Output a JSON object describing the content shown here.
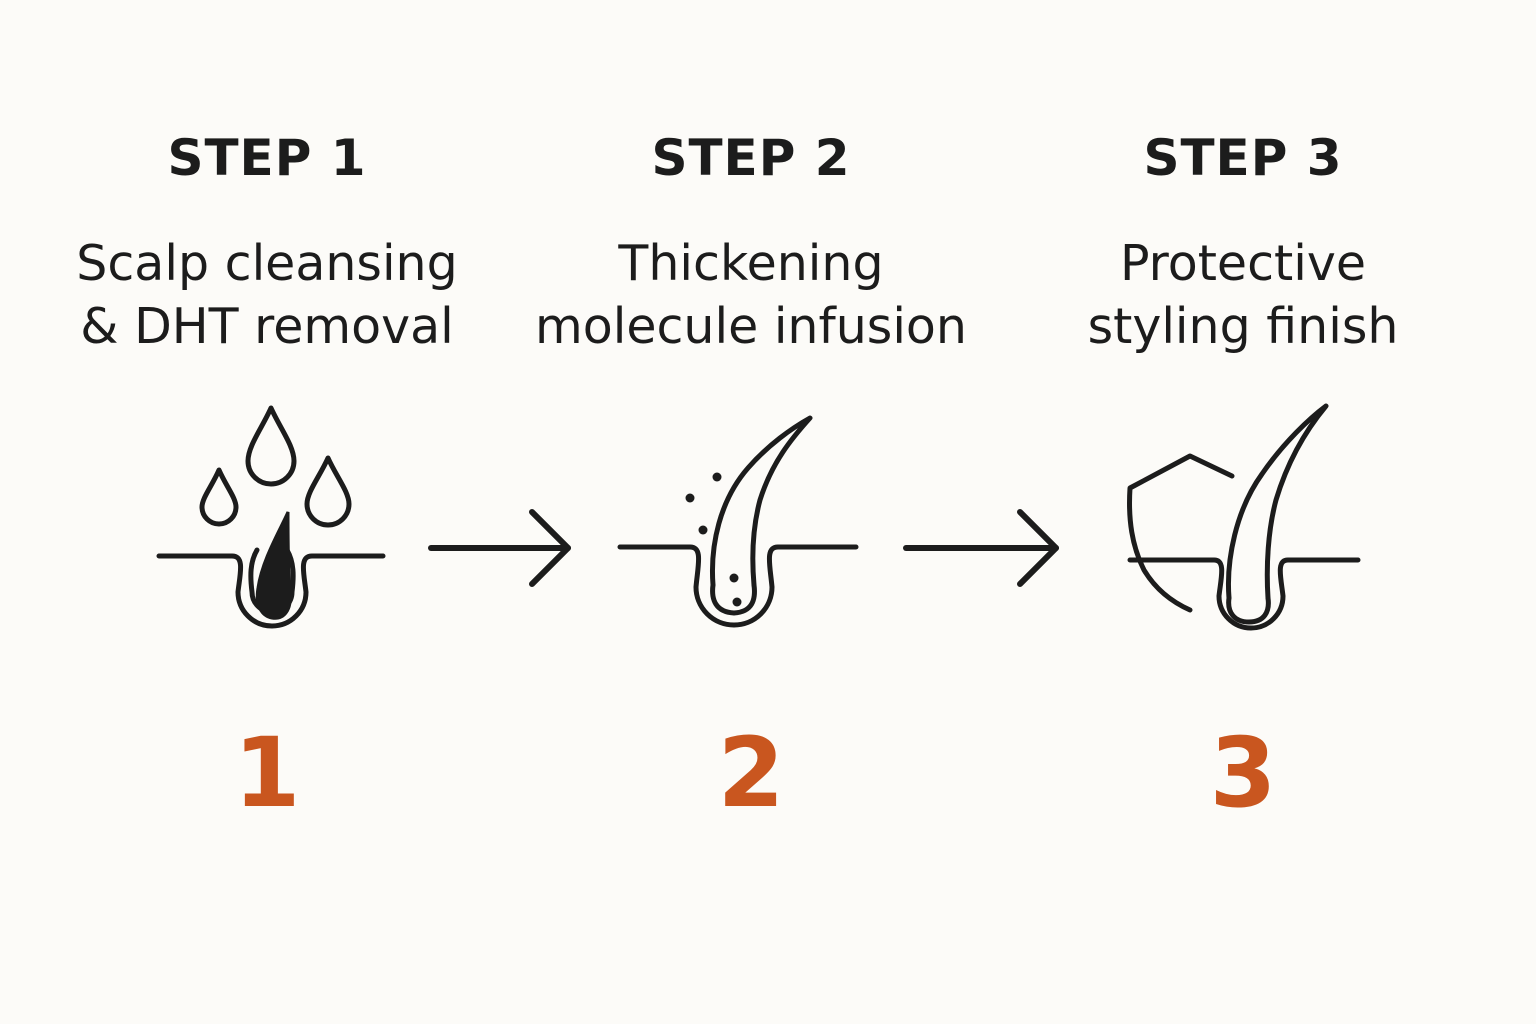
{
  "steps": [
    {
      "heading": "STEP 1",
      "description_lines": [
        "Scalp cleansing",
        "& DHT removal"
      ],
      "number": "1",
      "icon": "scalp-cleansing-icon"
    },
    {
      "heading": "STEP 2",
      "description_lines": [
        "Thickening",
        "molecule infusion"
      ],
      "number": "2",
      "icon": "hair-infusion-icon"
    },
    {
      "heading": "STEP 3",
      "description_lines": [
        "Protective",
        "styling finish"
      ],
      "number": "3",
      "icon": "protective-shield-icon"
    }
  ],
  "arrows": [
    "arrow-right-icon",
    "arrow-right-icon"
  ],
  "colors": {
    "background": "#fcfbf8",
    "text": "#1c1c1c",
    "accent": "#c9561f"
  }
}
